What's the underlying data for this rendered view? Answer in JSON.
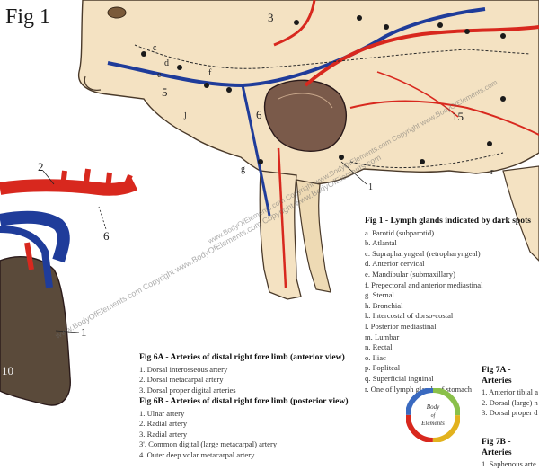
{
  "figure": {
    "title": "Fig 1"
  },
  "labels": {
    "c": "c",
    "d": "d",
    "e": "e",
    "f": "f",
    "g": "g",
    "j": "j",
    "r": "r",
    "n3": "3",
    "n5": "5",
    "n6": "6",
    "n15": "15",
    "left2": "2",
    "left6": "6",
    "left1": "1",
    "left10": "10",
    "cow1": "1"
  },
  "fig1": {
    "heading": "Fig 1 - Lymph glands indicated by dark spots",
    "items": [
      "a. Parotid (subparotid)",
      "b. Atlantal",
      "c. Suprapharyngeal (retropharyngeal)",
      "d. Anterior cervical",
      "e. Mandibular (submaxillary)",
      "f. Prepectoral and anterior mediastinal",
      "g. Sternal",
      "h. Bronchial",
      "k. Intercostal of dorso-costal",
      "l. Posterior mediastinal",
      "m. Lumbar",
      "n. Rectal",
      "o. Iliac",
      "p. Popliteal",
      "q. Superficial inguinal",
      "r. One of lymph glands of stomach"
    ]
  },
  "fig6a": {
    "heading": "Fig 6A - Arteries of distal right fore limb (anterior view)",
    "items": [
      "1. Dorsal interosseous artery",
      "2. Dorsal metacarpal artery",
      "3. Dorsal proper digital arteries"
    ]
  },
  "fig6b": {
    "heading": "Fig 6B - Arteries of distal right fore limb (posterior view)",
    "items": [
      "1. Ulnar artery",
      "2. Radial artery",
      "3. Radial artery",
      "3'. Common digital (large metacarpal) artery",
      "4. Outer deep volar metacarpal artery"
    ]
  },
  "fig7a": {
    "heading": "Fig 7A - Arteries",
    "items": [
      "1. Anterior tibial a",
      "2. Dorsal (large) n",
      "3. Dorsal proper d"
    ]
  },
  "fig7b": {
    "heading": "Fig 7B - Arteries",
    "items": [
      "1. Saphenous arte"
    ]
  },
  "watermark": "www.BodyOfElements.com Copyright www.BodyOfElements.com Copyright www.BodyOfElements.com",
  "logo": {
    "line1": "Body",
    "line2": "of",
    "line3": "Elements"
  },
  "colors": {
    "artery": "#d8281e",
    "vein": "#1f3c9a",
    "skin": "#f4e2c2",
    "outline": "#4a3a2a"
  }
}
